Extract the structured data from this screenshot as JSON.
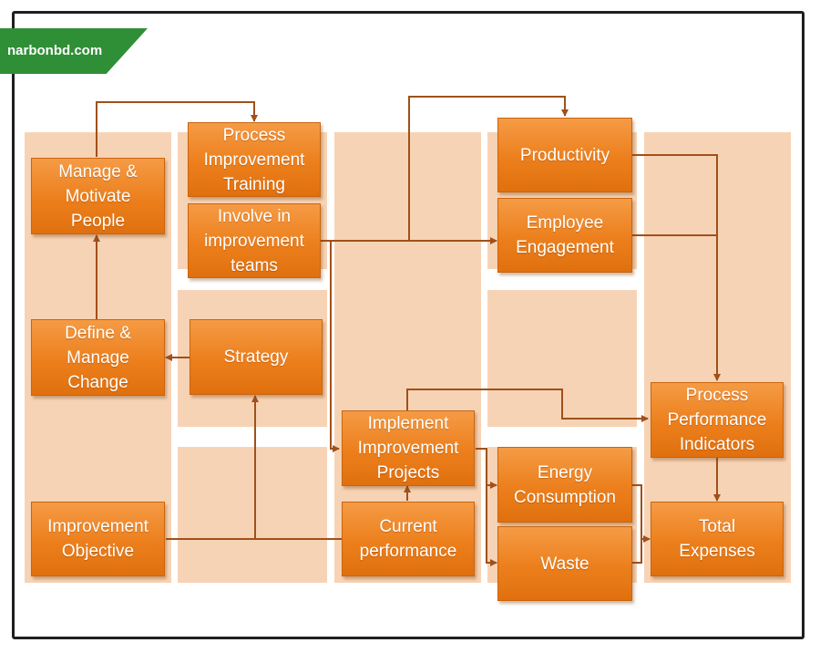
{
  "watermark": {
    "text": "narbonbd.com"
  },
  "colors": {
    "box": "#ec7f1c",
    "lane": "#f7d3b5",
    "line": "#a0501a",
    "banner": "#2f8f36"
  },
  "nodes": {
    "manage_motivate": "Manage &\nMotivate\nPeople",
    "process_training": "Process\nImprovement\nTraining",
    "involve_teams": "Involve in\nimprovement\nteams",
    "productivity": "Productivity",
    "employee_engagement": "Employee\nEngagement",
    "define_change": "Define &\nManage\nChange",
    "strategy": "Strategy",
    "implement_projects": "Implement\nImprovement\nProjects",
    "process_kpi": "Process\nPerformance\nIndicators",
    "energy": "Energy\nConsumption",
    "improvement_objective": "Improvement\nObjective",
    "current_performance": "Current\nperformance",
    "waste": "Waste",
    "total_expenses": "Total\nExpenses"
  }
}
